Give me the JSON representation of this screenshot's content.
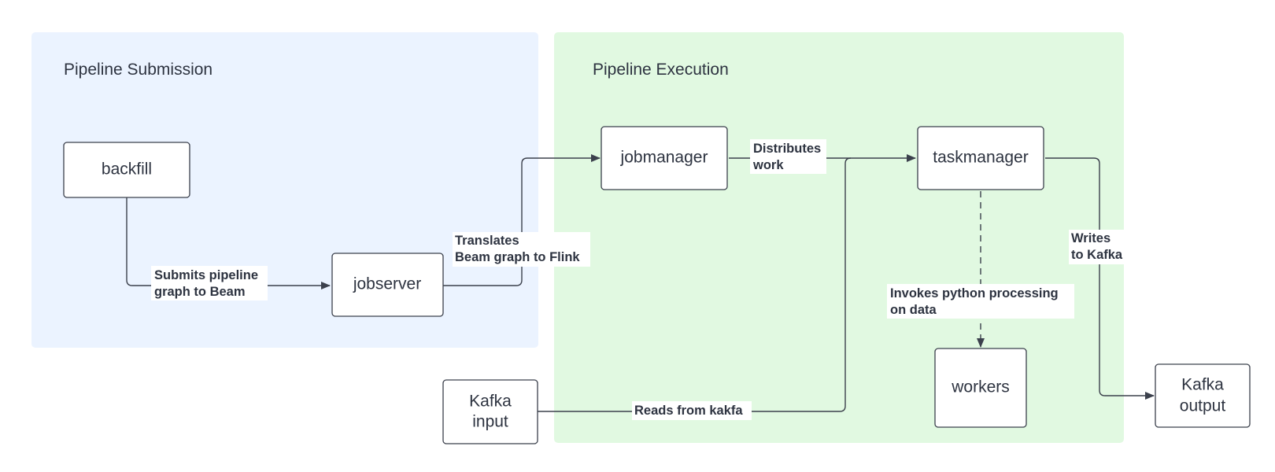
{
  "colors": {
    "submission_zone": "#ebf3ff",
    "execution_zone": "#e1f9e1",
    "line": "#3b404c",
    "text": "#2d3340"
  },
  "zones": {
    "submission": {
      "title": "Pipeline Submission"
    },
    "execution": {
      "title": "Pipeline Execution"
    }
  },
  "nodes": {
    "backfill": {
      "label": "backfill"
    },
    "jobserver": {
      "label": "jobserver"
    },
    "jobmanager": {
      "label": "jobmanager"
    },
    "taskmanager": {
      "label": "taskmanager"
    },
    "workers": {
      "label": "workers"
    },
    "kafka_input": {
      "lines": [
        "Kafka",
        "input"
      ]
    },
    "kafka_output": {
      "lines": [
        "Kafka",
        "output"
      ]
    }
  },
  "edges": {
    "submit": {
      "lines": [
        "Submits pipeline",
        "graph to Beam"
      ]
    },
    "translate": {
      "lines": [
        "Translates",
        "Beam graph to Flink"
      ]
    },
    "distribute": {
      "lines": [
        "Distributes",
        "work"
      ]
    },
    "invoke": {
      "lines": [
        "Invokes python processing",
        "on data"
      ]
    },
    "write": {
      "lines": [
        "Writes",
        "to Kafka"
      ]
    },
    "read": {
      "lines": [
        "Reads from kakfa"
      ]
    }
  }
}
